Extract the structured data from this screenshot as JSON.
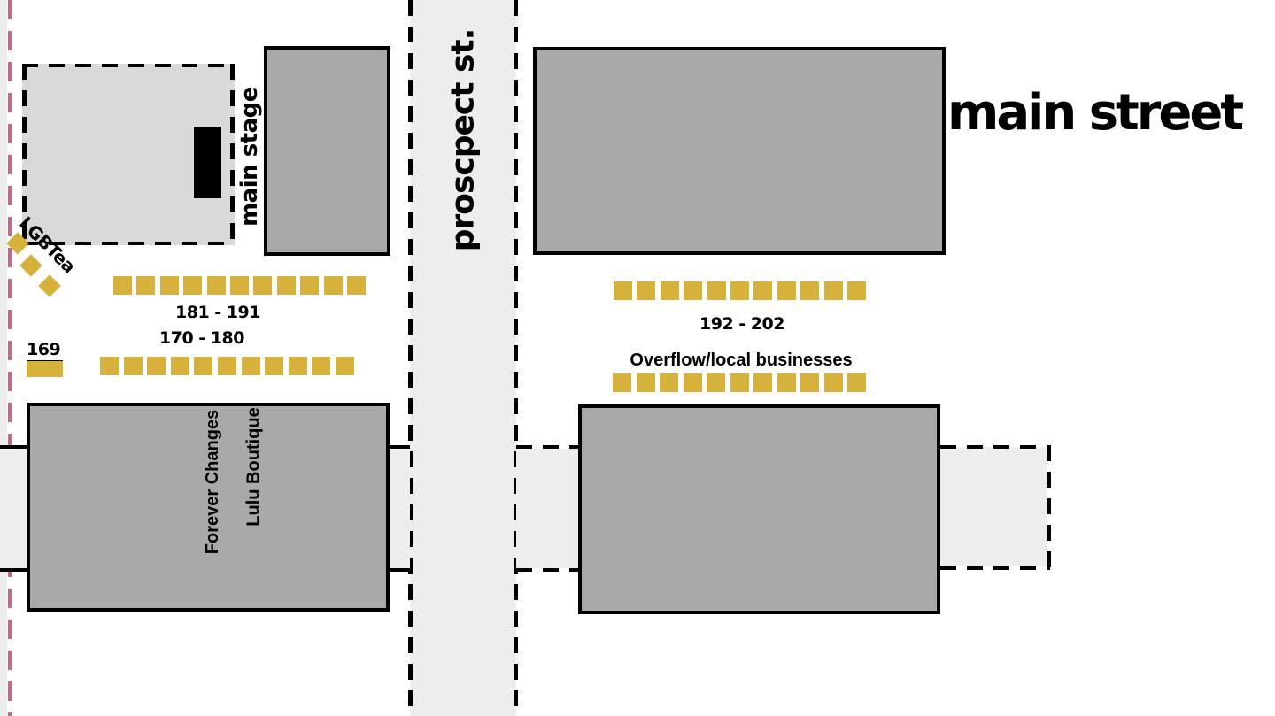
{
  "title": "main street",
  "streets": {
    "prospect": {
      "label": "proscpect st."
    },
    "main": {
      "label": "main street"
    }
  },
  "stage": {
    "label": "main stage"
  },
  "vendors": {
    "lgbtea": {
      "label": "LGBTea",
      "count": 3
    }
  },
  "booths": {
    "row_181_191": {
      "label": "181 - 191",
      "count": 11
    },
    "row_170_180": {
      "label": "170 - 180",
      "count": 11
    },
    "booth_169": {
      "label": "169",
      "count": 1
    },
    "row_192_202": {
      "label": "192 - 202",
      "count": 11
    },
    "row_overflow": {
      "label": "Overflow/local businesses",
      "count": 11
    }
  },
  "businesses": {
    "forever_changes": {
      "label": "Forever Changes"
    },
    "lulu_boutique": {
      "label": "Lulu Boutique"
    }
  },
  "colors": {
    "street_gray": "#EDEDEC",
    "stage_gray": "#D9D9D9",
    "building_gray": "#A9A9A9",
    "booth_gold": "#D6B23C",
    "boundary_pink": "#CF6486",
    "ink": "#000000"
  }
}
